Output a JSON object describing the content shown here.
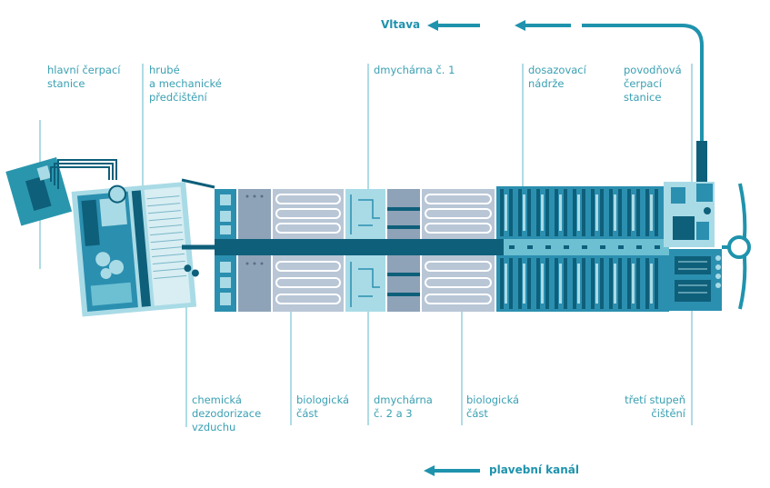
{
  "labels": {
    "hlavni": "hlavní čerpací\nstanice",
    "hrube": "hrubé\na mechanické\npředčištění",
    "dmychárna1": "dmychárna č. 1",
    "dosazovaci": "dosazovací\nnádrže",
    "povodnova": "povodňová\nčerpací\nstanice",
    "chemicka": "chemická\ndezodorizace\nvzduchu",
    "biologicka1": "biologická\nčást",
    "dmychárna23": "dmychárna\nč. 2 a 3",
    "biologicka2": "biologická\nčást",
    "treti": "třetí stupeň\nčištění"
  },
  "flows": {
    "vltava": "Vltava",
    "plavebni": "plavební kanál"
  },
  "colors": {
    "label": "#3aa0b3",
    "accent": "#1f93ad",
    "dark": "#0e5f7a",
    "mid": "#2b8fb0",
    "light": "#a9dbe6",
    "grey": "#b8c6d6"
  }
}
